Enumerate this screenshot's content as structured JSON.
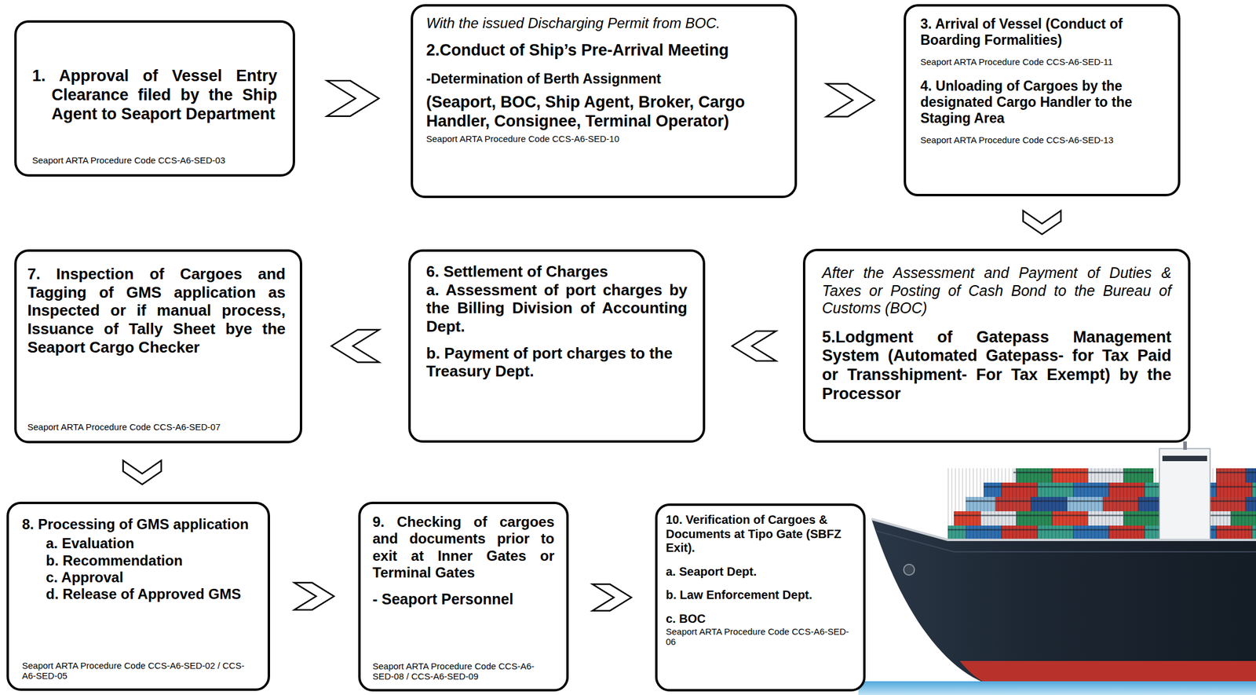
{
  "diagram": {
    "nodes": [
      {
        "text": [
          "1. Approval of Vessel Entry Clearance filed by the Ship Agent to Seaport Department",
          "Seaport ARTA Procedure Code CCS-A6-SED-03"
        ]
      },
      {
        "text": [
          "With the issued Discharging Permit from BOC.",
          "2.Conduct of Ship’s Pre-Arrival Meeting",
          "-Determination of Berth Assignment",
          "(Seaport, BOC, Ship Agent, Broker, Cargo Handler, Consignee, Terminal Operator)",
          "Seaport ARTA Procedure Code CCS-A6-SED-10"
        ]
      },
      {
        "text": [
          "3. Arrival of Vessel (Conduct of Boarding Formalities)",
          "Seaport ARTA Procedure Code CCS-A6-SED-11",
          "4. Unloading of Cargoes by the designated Cargo Handler to the Staging Area",
          "Seaport ARTA Procedure Code CCS-A6-SED-13"
        ]
      },
      {
        "text": [
          "After the Assessment and Payment of Duties & Taxes or Posting of Cash Bond to the Bureau of Customs (BOC)",
          "5.Lodgment of Gatepass Management System (Automated Gatepass- for Tax Paid or Transshipment- For Tax Exempt) by the Processor"
        ]
      },
      {
        "text": [
          "6. Settlement of Charges",
          "a. Assessment of port charges by the Billing Division of Accounting Dept.",
          "b. Payment of port charges to the Treasury Dept."
        ]
      },
      {
        "text": [
          "7. Inspection of Cargoes and Tagging of GMS application as Inspected or if manual process, Issuance of Tally Sheet bye the Seaport Cargo Checker",
          "Seaport ARTA Procedure Code CCS-A6-SED-07"
        ]
      },
      {
        "text": [
          "8. Processing of GMS application",
          "a. Evaluation",
          "b. Recommendation",
          "c. Approval",
          "d. Release of Approved GMS",
          "Seaport ARTA Procedure Code CCS-A6-SED-02 / CCS-A6-SED-05"
        ]
      },
      {
        "text": [
          "9. Checking of cargoes and documents prior to exit at Inner Gates or Terminal Gates",
          "- Seaport Personnel",
          "Seaport ARTA Procedure Code CCS-A6-SED-08 / CCS-A6-SED-09"
        ]
      },
      {
        "text": [
          "10. Verification of Cargoes & Documents at Tipo Gate (SBFZ Exit).",
          "a. Seaport Dept.",
          "b. Law Enforcement Dept.",
          "c. BOC",
          "Seaport ARTA Procedure Code CCS-A6-SED-06"
        ]
      }
    ],
    "edges": [
      {
        "from": 0,
        "to": 1,
        "arrow": "to"
      },
      {
        "from": 1,
        "to": 2,
        "arrow": "to"
      },
      {
        "from": 2,
        "to": 3,
        "arrow": "to"
      },
      {
        "from": 3,
        "to": 4,
        "arrow": "to"
      },
      {
        "from": 4,
        "to": 5,
        "arrow": "to"
      },
      {
        "from": 5,
        "to": 6,
        "arrow": "to"
      },
      {
        "from": 6,
        "to": 7,
        "arrow": "to"
      },
      {
        "from": 7,
        "to": 8,
        "arrow": "to"
      }
    ]
  }
}
